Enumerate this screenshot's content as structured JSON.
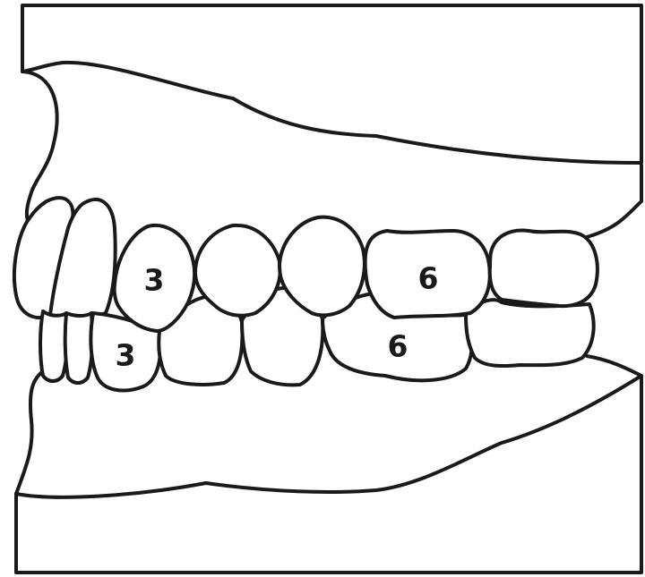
{
  "diagram": {
    "labels": {
      "upper_canine": "3",
      "upper_first_molar": "6",
      "lower_canine": "3",
      "lower_first_molar": "6"
    },
    "colors": {
      "stroke": "#1a1a1a",
      "fill": "#ffffff"
    }
  }
}
